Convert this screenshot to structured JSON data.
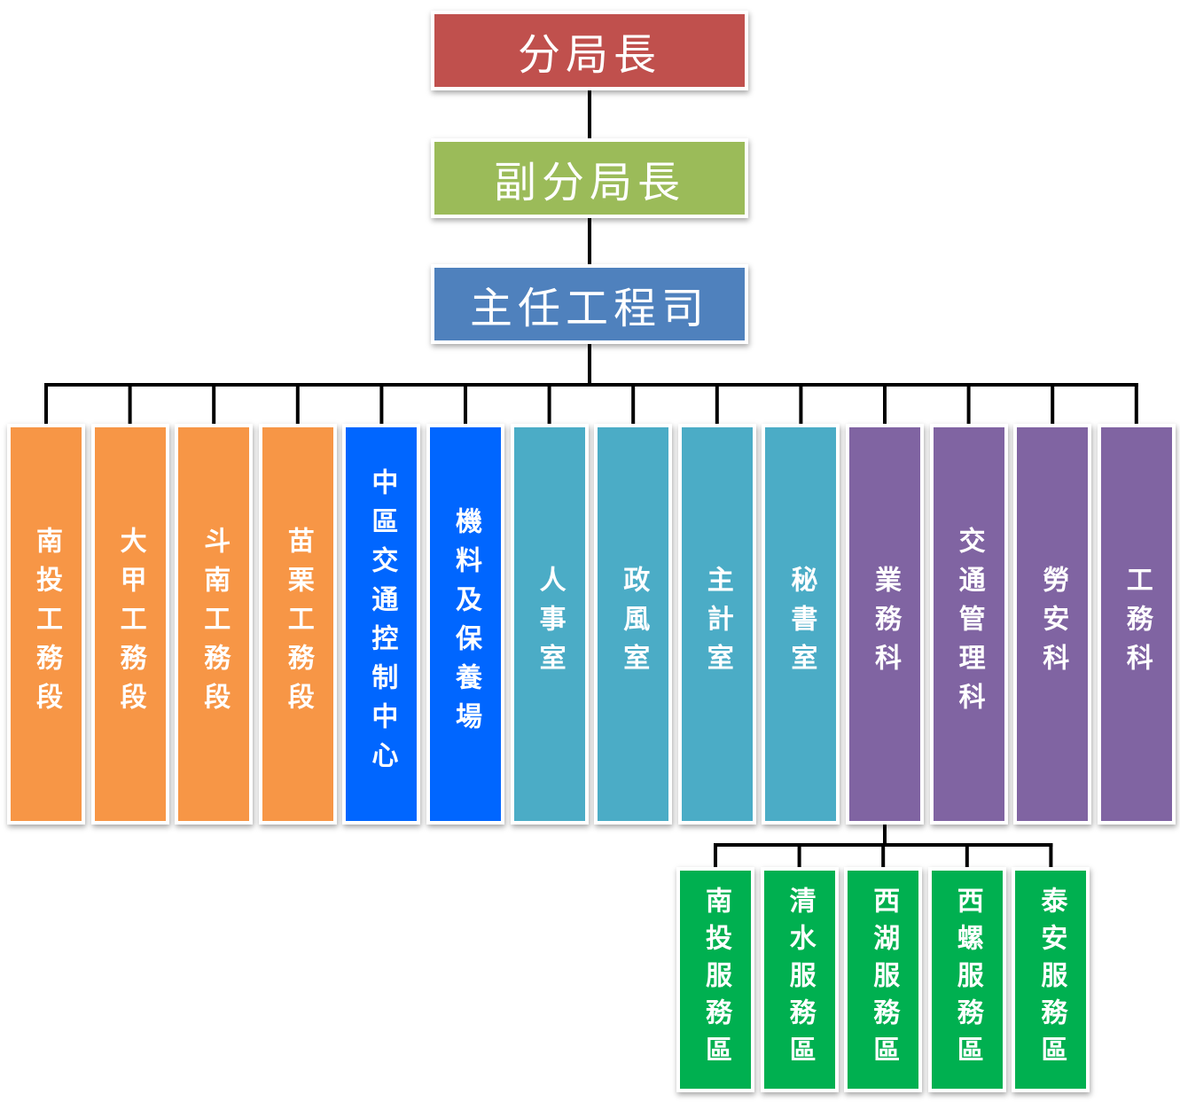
{
  "colors": {
    "chief": "#C0504D",
    "deputy": "#9BBB59",
    "engineer": "#4F81BD",
    "orange": "#F79646",
    "blue": "#0066FF",
    "teal": "#4BACC6",
    "purple": "#8064A2",
    "green": "#00B050",
    "line": "#000000"
  },
  "top": {
    "chief": "分局長",
    "deputy": "副分局長",
    "engineer": "主任工程司"
  },
  "units": [
    {
      "label": "南投工務段",
      "color": "orange"
    },
    {
      "label": "大甲工務段",
      "color": "orange"
    },
    {
      "label": "斗南工務段",
      "color": "orange"
    },
    {
      "label": "苗栗工務段",
      "color": "orange"
    },
    {
      "label": "中區交通控制中心",
      "color": "blue"
    },
    {
      "label": "機料及保養場",
      "color": "blue"
    },
    {
      "label": "人事室",
      "color": "teal"
    },
    {
      "label": "政風室",
      "color": "teal"
    },
    {
      "label": "主計室",
      "color": "teal"
    },
    {
      "label": "秘書室",
      "color": "teal"
    },
    {
      "label": "業務科",
      "color": "purple"
    },
    {
      "label": "交通管理科",
      "color": "purple"
    },
    {
      "label": "勞安科",
      "color": "purple"
    },
    {
      "label": "工務科",
      "color": "purple"
    }
  ],
  "service_areas": [
    {
      "label": "南投服務區"
    },
    {
      "label": "清水服務區"
    },
    {
      "label": "西湖服務區"
    },
    {
      "label": "西螺服務區"
    },
    {
      "label": "泰安服務區"
    }
  ]
}
